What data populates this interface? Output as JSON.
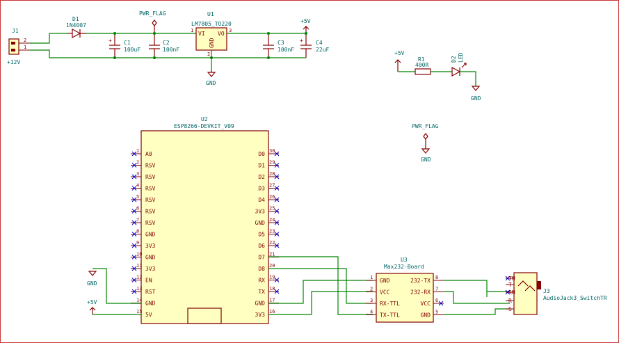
{
  "connectors": {
    "J1": {
      "ref": "J1",
      "value": "+12V",
      "pin_a": "2",
      "pin_b": "1"
    },
    "J3": {
      "ref": "J3",
      "value": "AudioJack3_SwitchTR",
      "pins": [
        "TN",
        "T",
        "RN",
        "R",
        "S"
      ]
    }
  },
  "components": {
    "D1": {
      "ref": "D1",
      "value": "1N4007"
    },
    "C1": {
      "ref": "C1",
      "value": "100uF"
    },
    "C2": {
      "ref": "C2",
      "value": "100nF"
    },
    "C3": {
      "ref": "C3",
      "value": "100nF"
    },
    "C4": {
      "ref": "C4",
      "value": "22uF"
    },
    "U1": {
      "ref": "U1",
      "value": "LM7805_TO220",
      "pin_vi": "VI",
      "pin_vo": "VO",
      "pin_gnd": "GND",
      "num1": "1",
      "num2": "2",
      "num3": "3"
    },
    "R1": {
      "ref": "R1",
      "value": "400R"
    },
    "D2": {
      "ref": "D2",
      "value": "LED"
    },
    "U2": {
      "ref": "U2",
      "value": "ESP8266-DEVKIT_V09"
    },
    "U3": {
      "ref": "U3",
      "value": "Max232-Board"
    }
  },
  "power": {
    "pwr_flag": "PWR_FLAG",
    "p5v": "+5V",
    "gnd": "GND"
  },
  "u2_left_pins": [
    {
      "num": "1",
      "name": "A0"
    },
    {
      "num": "2",
      "name": "RSV"
    },
    {
      "num": "3",
      "name": "RSV"
    },
    {
      "num": "4",
      "name": "RSV"
    },
    {
      "num": "5",
      "name": "RSV"
    },
    {
      "num": "6",
      "name": "RSV"
    },
    {
      "num": "7",
      "name": "RSV"
    },
    {
      "num": "8",
      "name": "GND"
    },
    {
      "num": "9",
      "name": "3V3"
    },
    {
      "num": "10",
      "name": "GND"
    },
    {
      "num": "11",
      "name": "3V3"
    },
    {
      "num": "12",
      "name": "EN"
    },
    {
      "num": "13",
      "name": "RST"
    },
    {
      "num": "14",
      "name": "GND"
    },
    {
      "num": "15",
      "name": "5V"
    }
  ],
  "u2_right_pins": [
    {
      "num": "30",
      "name": "D0"
    },
    {
      "num": "29",
      "name": "D1"
    },
    {
      "num": "28",
      "name": "D2"
    },
    {
      "num": "27",
      "name": "D3"
    },
    {
      "num": "26",
      "name": "D4"
    },
    {
      "num": "25",
      "name": "3V3"
    },
    {
      "num": "24",
      "name": "GND"
    },
    {
      "num": "23",
      "name": "D5"
    },
    {
      "num": "22",
      "name": "D6"
    },
    {
      "num": "21",
      "name": "D7"
    },
    {
      "num": "20",
      "name": "D8"
    },
    {
      "num": "19",
      "name": "RX"
    },
    {
      "num": "18",
      "name": "TX"
    },
    {
      "num": "17",
      "name": "GND"
    },
    {
      "num": "16",
      "name": "3V3"
    }
  ],
  "u3_left_pins": [
    {
      "num": "1",
      "name": "GND"
    },
    {
      "num": "2",
      "name": "VCC"
    },
    {
      "num": "3",
      "name": "RX-TTL"
    },
    {
      "num": "4",
      "name": "TX-TTL"
    }
  ],
  "u3_right_pins": [
    {
      "num": "8",
      "name": "232-TX"
    },
    {
      "num": "7",
      "name": "232-RX"
    },
    {
      "num": "6",
      "name": "VCC"
    },
    {
      "num": "5",
      "name": "GND"
    }
  ],
  "colors": {
    "wire": "#008400",
    "symbol": "#840000",
    "fill": "#ffffc2",
    "text": "#006464",
    "nc": "#0000c8",
    "frame": "#c83434"
  }
}
